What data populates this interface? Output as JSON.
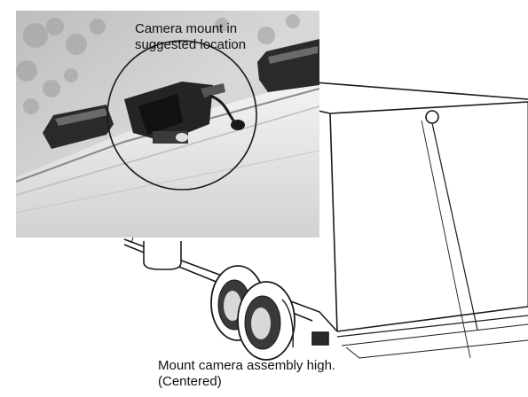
{
  "photo_callout": {
    "line1": "Camera mount in",
    "line2": "suggested location"
  },
  "caption": {
    "line1": "Mount camera assembly high.",
    "line2": "(Centered)"
  },
  "colors": {
    "ink": "#111111",
    "sky": "#c9c9c9",
    "roof": "#e6e6e6",
    "dark": "#2a2a2a"
  }
}
